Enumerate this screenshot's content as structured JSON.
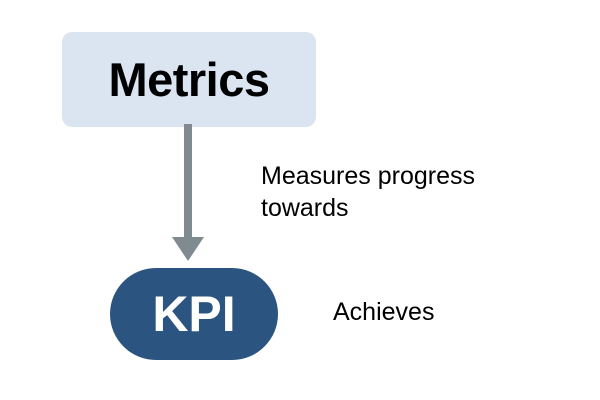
{
  "diagram": {
    "type": "flowchart",
    "background": "#ffffff",
    "nodes": [
      {
        "id": "metrics",
        "label": "Metrics",
        "shape": "rounded-rectangle",
        "fill": "#dbe5f1",
        "text_color": "#000000"
      },
      {
        "id": "kpi",
        "label": "KPI",
        "shape": "stadium",
        "fill": "#2b5580",
        "text_color": "#ffffff"
      }
    ],
    "edges": [
      {
        "id": "metrics-to-kpi",
        "from": "metrics",
        "to": "kpi",
        "label": "Measures progress towards",
        "color": "#808b91",
        "arrow": "down"
      },
      {
        "id": "kpi-achieves",
        "from": "kpi",
        "label": "Achieves",
        "color": "#000000"
      }
    ],
    "colors": {
      "node_light": "#dbe5f1",
      "node_dark": "#2b5580",
      "connector_gray": "#808b91",
      "text_dark": "#000000",
      "text_light": "#ffffff"
    }
  }
}
